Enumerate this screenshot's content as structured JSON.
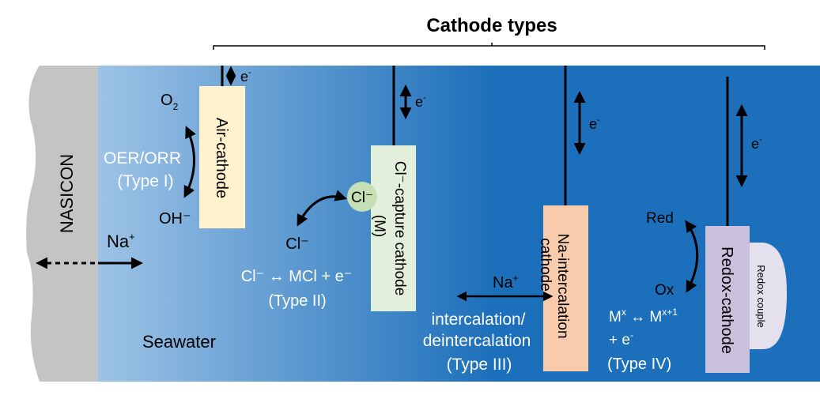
{
  "title": "Cathode types",
  "colors": {
    "nasicon": "#c4c4c4",
    "water_light": "#9dc3e6",
    "water_dark": "#1c6fba",
    "air_cathode": "#fff2cc",
    "cl_cathode": "#e2efda",
    "cl_bubble": "#c5e0b4",
    "na_cathode": "#f8cbad",
    "redox_cathode": "#c9c0dc",
    "redox_couple": "#e4e0ee"
  },
  "left": {
    "nasicon": "NASICON",
    "na_ion": "Na",
    "na_sup": "+",
    "seawater": "Seawater"
  },
  "type1": {
    "electron": "e",
    "electron_sup": "-",
    "o2": "O",
    "o2_sub": "2",
    "oh": "OH⁻",
    "mech": "OER/ORR",
    "label": "(Type I)",
    "cathode": "Air-cathode"
  },
  "type2": {
    "electron": "e",
    "electron_sup": "-",
    "bubble": "Cl⁻",
    "cl": "Cl⁻",
    "reaction": "Cl⁻ ↔ MCl + e⁻",
    "label": "(Type II)",
    "cathode": "Cl⁻-capture cathode",
    "cathode_sub": "(M)"
  },
  "type3": {
    "electron": "e",
    "electron_sup": "-",
    "na_ion": "Na",
    "na_sup": "+",
    "mech1": "intercalation/",
    "mech2": "deintercalation",
    "label": "(Type III)",
    "cathode1": "Na-intercalation",
    "cathode2": "cathode"
  },
  "type4": {
    "electron": "e",
    "electron_sup": "-",
    "red": "Red",
    "ox": "Ox",
    "reaction_a": "M",
    "reaction_a_sup": "x",
    "arrow": " ↔ M",
    "reaction_b_sup": "x+1",
    "reaction2": "+ e",
    "reaction2_sup": "-",
    "label": "(Type IV)",
    "cathode": "Redox-cathode",
    "couple": "Redox couple"
  }
}
